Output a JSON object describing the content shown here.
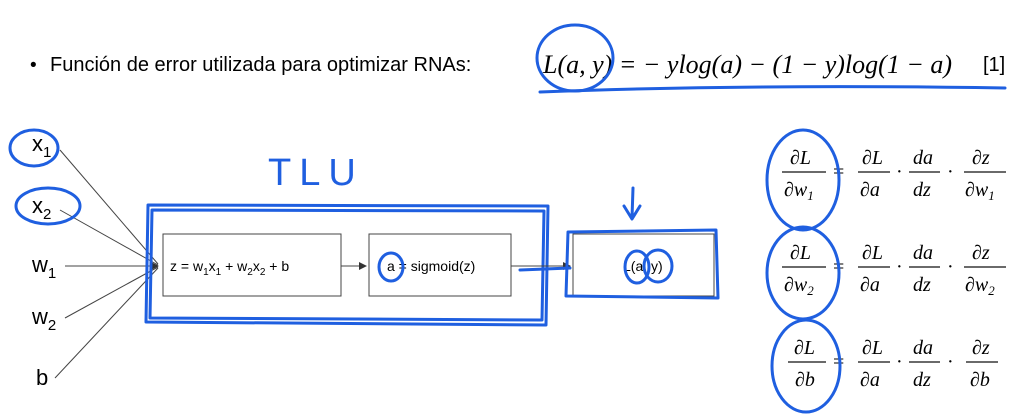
{
  "title_line": {
    "bullet": "•",
    "text": "Función de error utilizada para optimizar RNAs:",
    "formula": "L(a, y) = − ylog(a) − (1 − y)log(1 − a)",
    "ref": "[1]"
  },
  "inputs": [
    "x1",
    "x2",
    "w1",
    "w2",
    "b"
  ],
  "nodes": {
    "linear": "z = w1x1 + w2x2 + b",
    "activation": "a = sigmoid(z)",
    "loss": "L(a, y)"
  },
  "handwritten_label": "TLU",
  "derivatives": [
    {
      "lhs_num": "∂L",
      "lhs_den": "∂w1"
    },
    {
      "lhs_num": "∂L",
      "lhs_den": "∂w2"
    },
    {
      "lhs_num": "∂L",
      "lhs_den": "∂b"
    }
  ],
  "chain": [
    "∂L/∂a",
    "da/dz",
    "∂z/∂w1",
    "∂z/∂w2",
    "∂z/∂b"
  ],
  "colors": {
    "ink": "#1f5fe0",
    "text": "#111111",
    "box": "#444444"
  }
}
